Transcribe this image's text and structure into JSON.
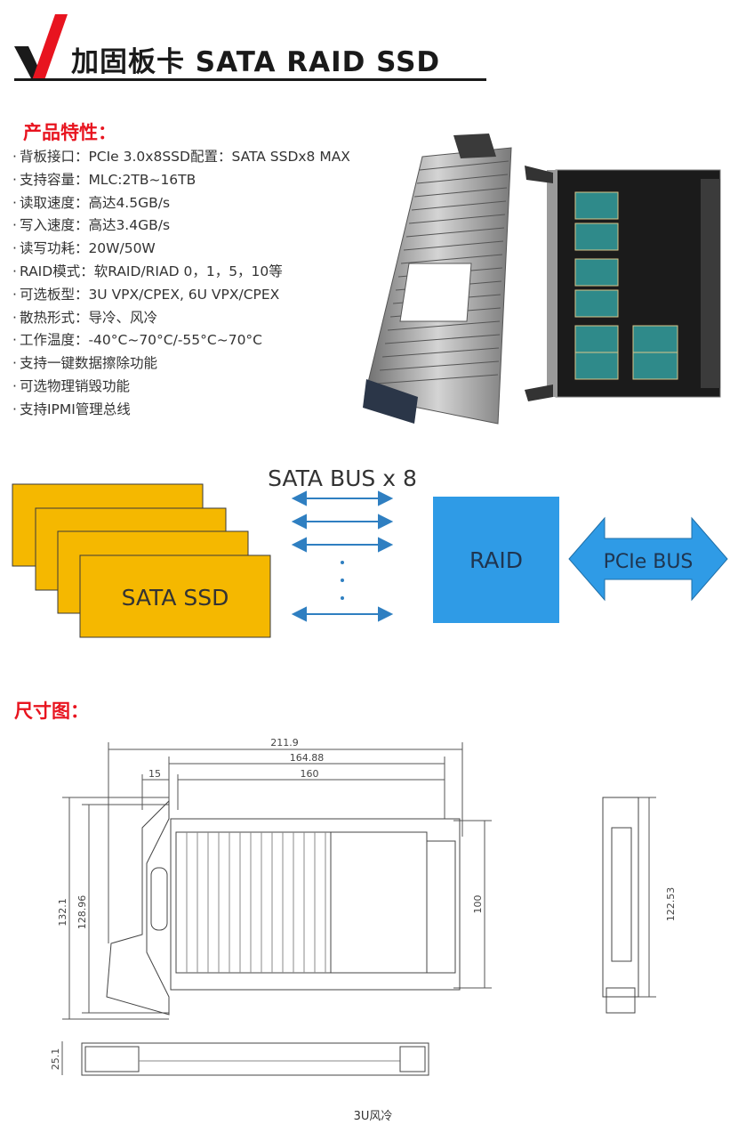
{
  "header": {
    "title": "加固板卡  SATA RAID SSD",
    "brand_color": "#e8141f"
  },
  "features": {
    "heading": "产品特性：",
    "items": [
      "背板接口：PCIe 3.0x8SSD配置：SATA SSDx8 MAX",
      "支持容量：MLC:2TB~16TB",
      "读取速度：高达4.5GB/s",
      "写入速度：高达3.4GB/s",
      "读写功耗：20W/50W",
      "RAID模式：软RAID/RIAD 0，1，5，10等",
      "可选板型：3U VPX/CPEX, 6U VPX/CPEX",
      "散热形式：导冷、风冷",
      "工作温度：-40°C~70°C/-55°C~70°C",
      "支持一键数据擦除功能",
      "可选物理销毁功能",
      "支持IPMI管理总线"
    ]
  },
  "block_diagram": {
    "bus_label": "SATA BUS x 8",
    "ssd_label": "SATA SSD",
    "raid_label": "RAID",
    "pcie_label": "PCIe BUS",
    "colors": {
      "ssd": "#f5b800",
      "raid": "#2f9be6",
      "arrow": "#2f7fc1"
    }
  },
  "dimensions": {
    "heading": "尺寸图：",
    "labels": {
      "total_length": "211.9",
      "board_length_a": "164.88",
      "board_length_b": "160",
      "offset": "15",
      "height_a": "132.1",
      "height_b": "128.96",
      "height_c": "100",
      "side_height": "122.53",
      "thickness": "25.1"
    },
    "caption": "3U风冷"
  }
}
